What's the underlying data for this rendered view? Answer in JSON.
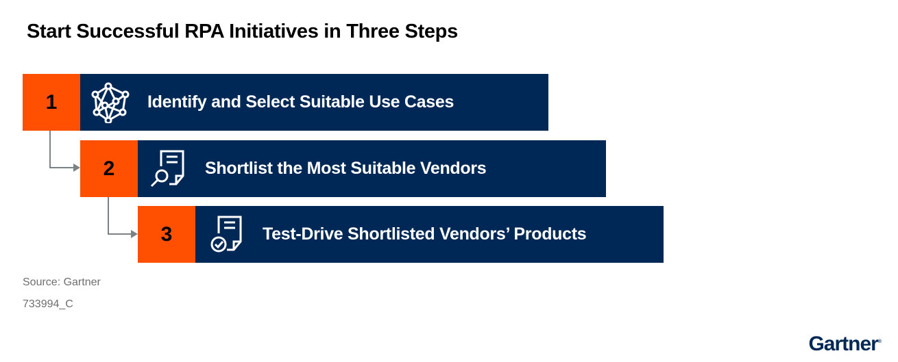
{
  "title": "Start Successful RPA Initiatives in Three Steps",
  "steps": [
    {
      "number": "1",
      "label": "Identify and Select Suitable Use Cases",
      "icon": "network-icon"
    },
    {
      "number": "2",
      "label": "Shortlist the Most Suitable Vendors",
      "icon": "document-search-icon"
    },
    {
      "number": "3",
      "label": "Test-Drive Shortlisted Vendors’ Products",
      "icon": "document-check-icon"
    }
  ],
  "source": "Source: Gartner",
  "doc_id": "733994_C",
  "logo": "Gartner",
  "colors": {
    "orange": "#fe5000",
    "navy": "#002856",
    "connector": "#7a8285"
  }
}
